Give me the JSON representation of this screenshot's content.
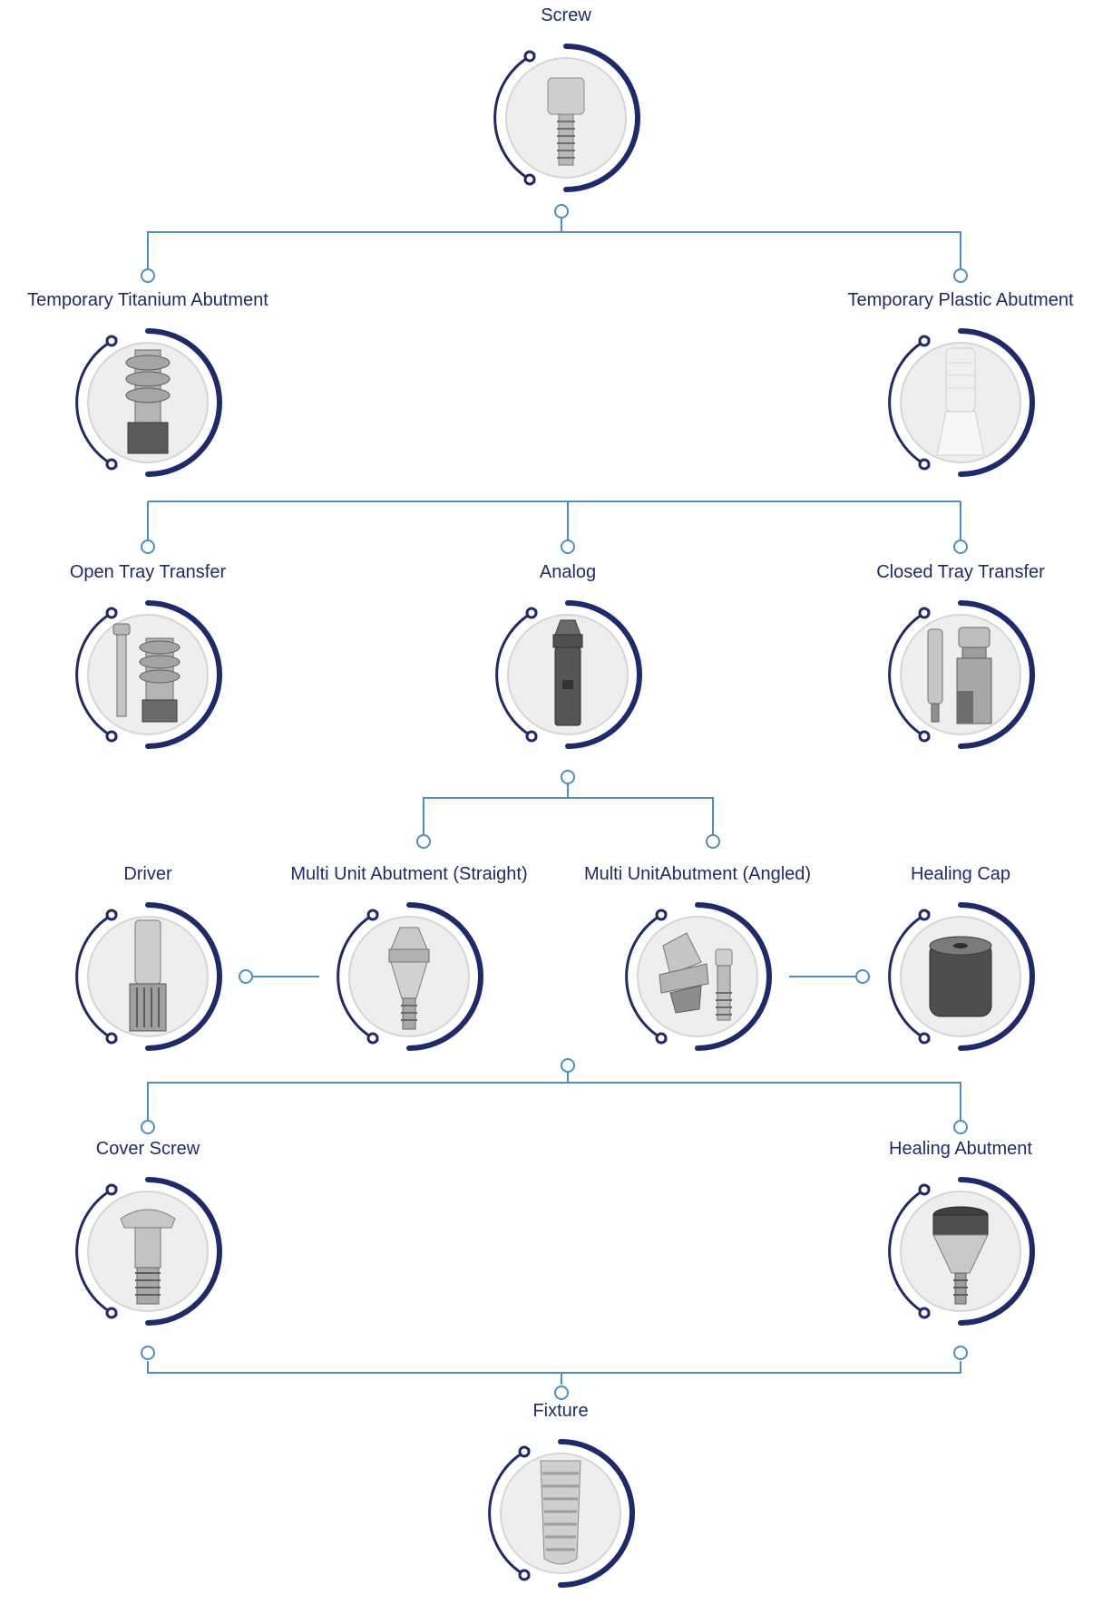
{
  "colors": {
    "navy": "#1f2a6b",
    "connector": "#4a90c4",
    "disc_fill": "#eeeeee",
    "disc_stroke": "#d6d6d6",
    "metal_light": "#d8d8d8",
    "metal_mid": "#a8a8a8",
    "metal_dark": "#5a5a5a",
    "plastic": "#f2f2f2"
  },
  "nodes": [
    {
      "id": "screw",
      "label": "Screw",
      "icon": "screw-icon"
    },
    {
      "id": "temp-titanium",
      "label": "Temporary Titanium Abutment",
      "icon": "titanium-abutment-icon"
    },
    {
      "id": "temp-plastic",
      "label": "Temporary Plastic Abutment",
      "icon": "plastic-abutment-icon"
    },
    {
      "id": "open-tray",
      "label": "Open Tray Transfer",
      "icon": "open-tray-transfer-icon"
    },
    {
      "id": "analog",
      "label": "Analog",
      "icon": "analog-icon"
    },
    {
      "id": "closed-tray",
      "label": "Closed Tray Transfer",
      "icon": "closed-tray-transfer-icon"
    },
    {
      "id": "driver",
      "label": "Driver",
      "icon": "driver-icon"
    },
    {
      "id": "mua-straight",
      "label": "Multi Unit Abutment (Straight)",
      "icon": "multi-unit-straight-icon"
    },
    {
      "id": "mua-angled",
      "label": "Multi UnitAbutment (Angled)",
      "icon": "multi-unit-angled-icon"
    },
    {
      "id": "healing-cap",
      "label": "Healing Cap",
      "icon": "healing-cap-icon"
    },
    {
      "id": "cover-screw",
      "label": "Cover Screw",
      "icon": "cover-screw-icon"
    },
    {
      "id": "healing-abutment",
      "label": "Healing Abutment",
      "icon": "healing-abutment-icon"
    },
    {
      "id": "fixture",
      "label": "Fixture",
      "icon": "fixture-icon"
    }
  ]
}
